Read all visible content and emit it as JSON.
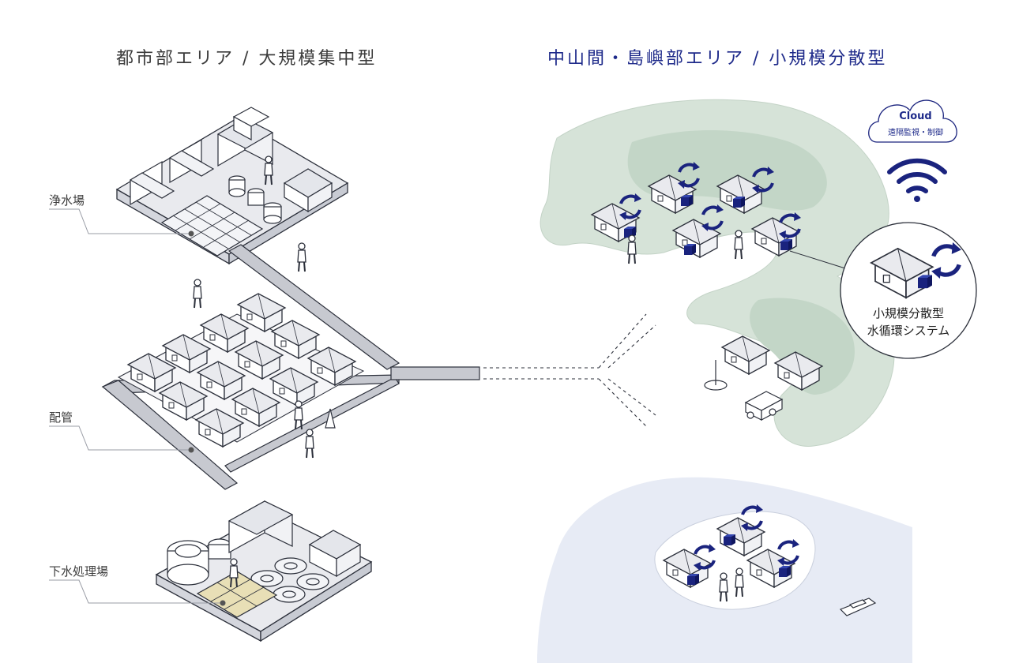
{
  "headings": {
    "left": "都市部エリア / 大規模集中型",
    "right": "中山間・島嶼部エリア / 小規模分散型"
  },
  "callouts": {
    "water_purification": "浄水場",
    "piping": "配管",
    "sewage_treatment": "下水処理場"
  },
  "cloud": {
    "title": "Cloud",
    "subtitle": "遠隔監視・制御"
  },
  "zoom": {
    "line1": "小規模分散型",
    "line2": "水循環システム"
  },
  "colors": {
    "accent_blue": "#1a237e",
    "line_dark": "#2b2f3a",
    "land_green": "#d6e3d8",
    "land_green_dark": "#b7cdbb",
    "sea_blue": "#e7ebf5",
    "pipe_gray": "#b9bcc4",
    "ground_gray": "#e9eaee"
  },
  "icons": [
    "wifi-icon",
    "cloud-icon",
    "rotation-cycle-icon",
    "person-icon",
    "truck-icon",
    "boat-icon"
  ]
}
